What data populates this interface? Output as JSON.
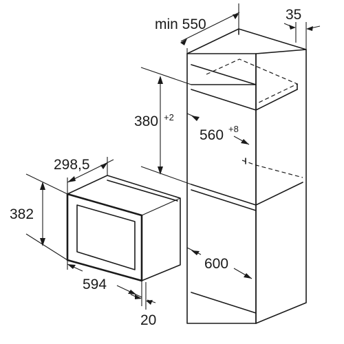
{
  "dimensions": {
    "cabinet_width_min": "min 550",
    "cabinet_side_panel": "35",
    "niche_height": "380",
    "niche_height_tolerance": "+2",
    "niche_width": "560",
    "niche_width_tolerance": "+8",
    "niche_depth": "600",
    "appliance_depth": "298,5",
    "appliance_height": "382",
    "appliance_width": "594",
    "front_overhang": "20"
  }
}
